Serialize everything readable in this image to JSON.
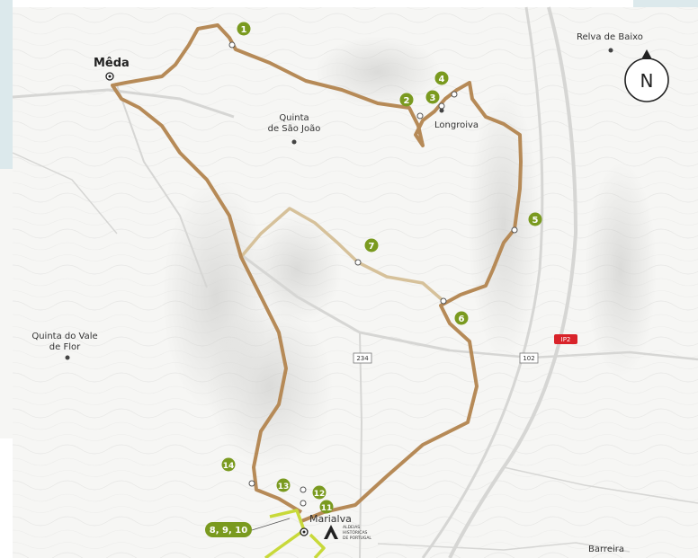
{
  "map": {
    "places": {
      "meda": "Mêda",
      "relva": "Relva de Baixo",
      "longroiva": "Longroiva",
      "quinta_sj_1": "Quinta",
      "quinta_sj_2": "de São João",
      "quinta_vf_1": "Quinta do Vale",
      "quinta_vf_2": "de Flor",
      "marialva": "Marialva",
      "barreira": "Barreira"
    },
    "roads": {
      "r234": "234",
      "r102": "102",
      "ip2": "IP2"
    },
    "compass": "N",
    "waypoints": [
      "1",
      "2",
      "3",
      "4",
      "5",
      "6",
      "7",
      "11",
      "12",
      "13",
      "14"
    ],
    "start_label": "8, 9, 10",
    "logo": {
      "line1": "ALDEIAS",
      "line2": "HISTÓRICAS",
      "line3": "DE PORTUGAL"
    },
    "colors": {
      "main_route": "#b68a57",
      "alt_route": "#d6c19a",
      "marker_green": "#7a9a1f",
      "local_route": "#c8d93a",
      "road_badge": "#d9232a",
      "side_panel": "#dce9ec"
    }
  }
}
